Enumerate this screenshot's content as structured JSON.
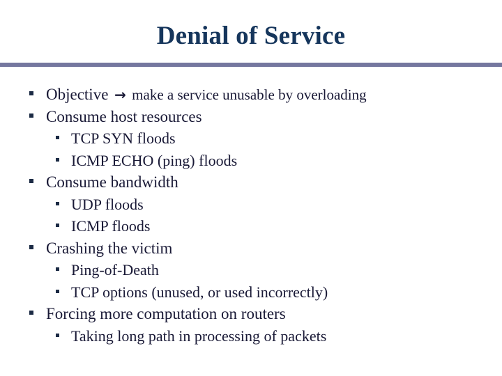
{
  "slide": {
    "title": "Denial of Service",
    "title_color": "#16365c",
    "divider_color": "#75779f",
    "background_color": "#ffffff",
    "body_text_color": "#191936",
    "bullet_glyph": "square-bullet",
    "arrow_glyph": "→",
    "content": [
      {
        "level": 1,
        "text_before_arrow": "Objective ",
        "arrow": "→",
        "text_after_arrow": " make a service unusable by overloading",
        "text": "Objective → make a service unusable by overloading"
      },
      {
        "level": 1,
        "text": "Consume host resources"
      },
      {
        "level": 2,
        "text": "TCP SYN floods"
      },
      {
        "level": 2,
        "text": "ICMP ECHO (ping) floods"
      },
      {
        "level": 1,
        "text": "Consume bandwidth"
      },
      {
        "level": 2,
        "text": "UDP floods"
      },
      {
        "level": 2,
        "text": "ICMP floods"
      },
      {
        "level": 1,
        "text": "Crashing the victim"
      },
      {
        "level": 2,
        "text": "Ping-of-Death"
      },
      {
        "level": 2,
        "text": "TCP options (unused, or used incorrectly)"
      },
      {
        "level": 1,
        "text": "Forcing more computation on routers"
      },
      {
        "level": 2,
        "text": "Taking long path in processing of packets"
      }
    ]
  }
}
